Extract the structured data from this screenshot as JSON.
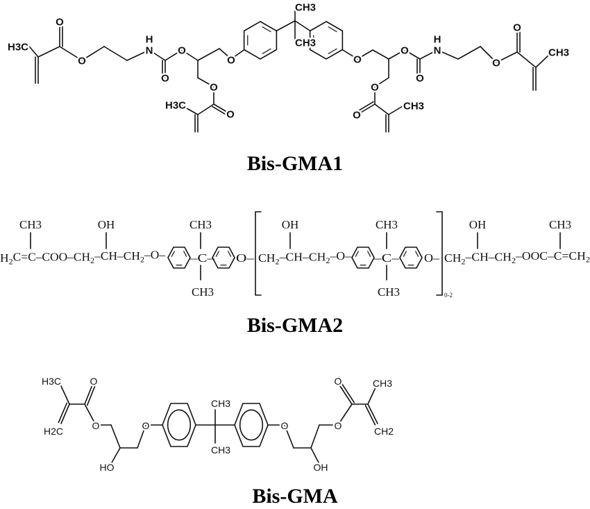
{
  "structures": [
    {
      "name": "Bis-GMA1",
      "labels": [
        "O",
        "H3C",
        "O",
        "H",
        "N",
        "O",
        "O",
        "O",
        "CH3",
        "CH3",
        "O",
        "H3C",
        "O",
        "O",
        "O",
        "H",
        "N",
        "O",
        "O",
        "O",
        "CH3",
        "O",
        "O",
        "CH3"
      ]
    },
    {
      "name": "Bis-GMA2",
      "segments": [
        "H2C=C–COO–CH2–CH–CH2–O–",
        "–C–",
        "O–",
        "CH2–CH–CH2–O–",
        "–C–",
        "O–",
        "CH2–CH–CH2–OOC–C=CH2"
      ],
      "substituents": [
        "CH3",
        "OH",
        "CH3",
        "CH3",
        "OH",
        "CH3",
        "CH3",
        "OH",
        "CH3"
      ],
      "repeat_index": "0-2"
    },
    {
      "name": "Bis-GMA",
      "labels": [
        "H3C",
        "O",
        "H2C",
        "O",
        "HO",
        "O",
        "CH3",
        "CH3",
        "O",
        "OH",
        "O",
        "O",
        "CH3",
        "CH2"
      ]
    }
  ]
}
